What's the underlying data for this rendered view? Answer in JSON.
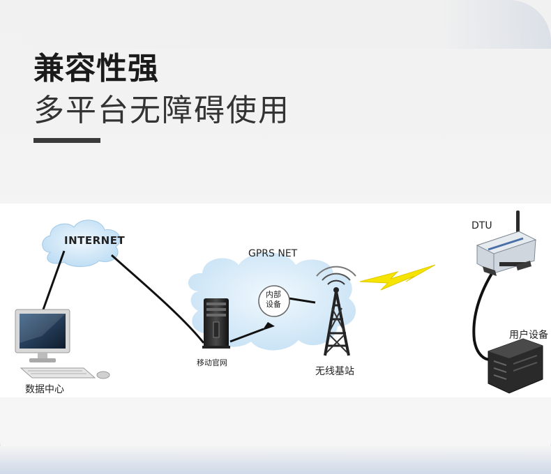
{
  "heading": {
    "title": "兼容性强",
    "subtitle": "多平台无障碍使用"
  },
  "diagram": {
    "internet_label": "INTERNET",
    "gprs_label": "GPRS NET",
    "dtu_label": "DTU",
    "internal_device_line1": "内部",
    "internal_device_line2": "设备",
    "mobile_server_label": "移动官网",
    "base_station_label": "无线基站",
    "data_center_label": "数据中心",
    "user_device_label": "用户设备"
  },
  "colors": {
    "cloud": "#cfe6f7",
    "lightning": "#f5e400",
    "title": "#1b1b1b",
    "rule": "#3a3a3a"
  }
}
